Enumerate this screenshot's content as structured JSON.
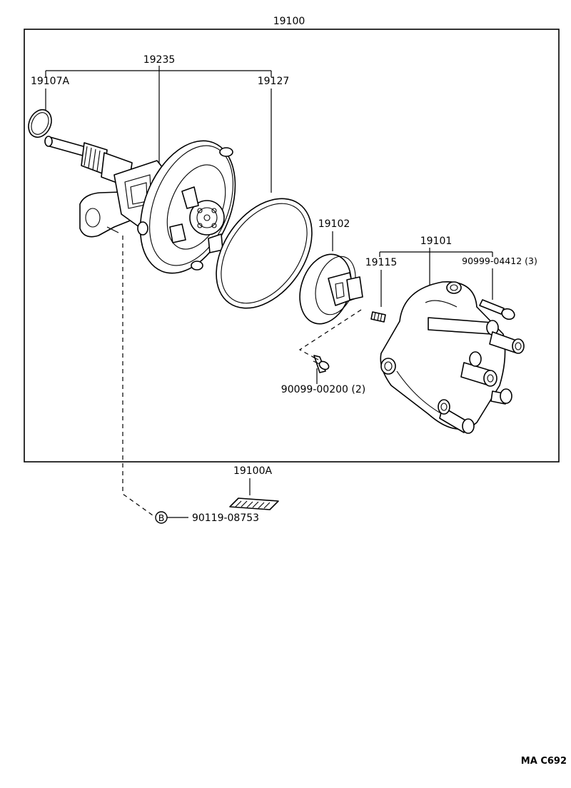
{
  "diagram": {
    "assembly_label": "19100",
    "labels": {
      "housing": "19235",
      "o_ring": "19107A",
      "gasket": "19127",
      "rotor": "19102",
      "cap": "19101",
      "screw_cap": "19115",
      "bolt_cap": "90999-04412 (3)",
      "screw_rotor": "90099-00200 (2)",
      "label_plate": "19100A",
      "bolt_b": "90119-08753",
      "b_marker": "B"
    },
    "figure_code": "MA C692"
  }
}
